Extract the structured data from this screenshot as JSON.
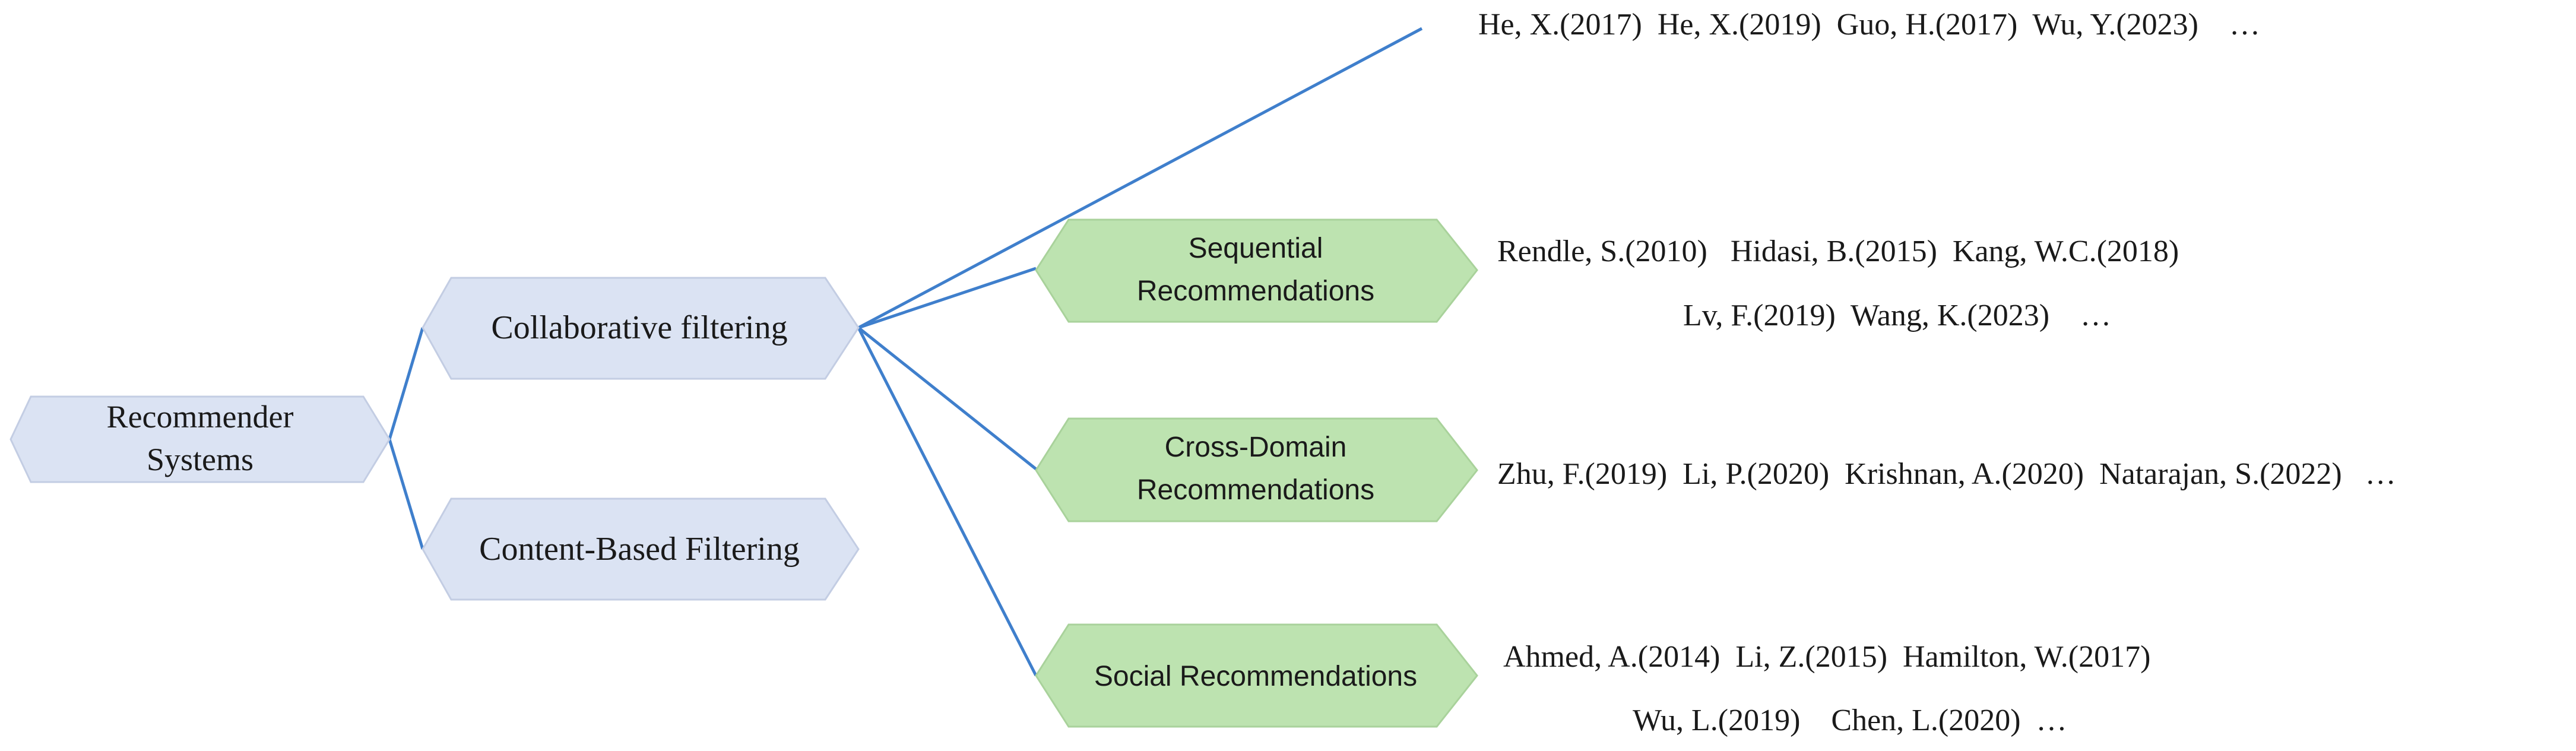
{
  "root": {
    "lines": [
      "Recommender",
      "Systems"
    ]
  },
  "level1": {
    "collaborative": "Collaborative filtering",
    "content_based": "Content-Based Filtering"
  },
  "level2": {
    "sequential": [
      "Sequential",
      "Recommendations"
    ],
    "cross_domain": [
      "Cross-Domain",
      "Recommendations"
    ],
    "social": "Social Recommendations"
  },
  "references": {
    "general": [
      "He, X.(2017)  He, X.(2019)  Guo, H.(2017)  Wu, Y.(2023)    …"
    ],
    "sequential": [
      "Rendle, S.(2010)   Hidasi, B.(2015)  Kang, W.C.(2018)",
      "Lv, F.(2019)  Wang, K.(2023)    …"
    ],
    "cross_domain": [
      "Zhu, F.(2019)  Li, P.(2020)  Krishnan, A.(2020)  Natarajan, S.(2022)   …"
    ],
    "social": [
      "Ahmed, A.(2014)  Li, Z.(2015)  Hamilton, W.(2017)",
      "Wu, L.(2019)    Chen, L.(2020)  …"
    ]
  },
  "colors": {
    "level0_1_fill": "#dbe3f3",
    "level2_fill": "#bde3b0",
    "connector": "#3f7fcc"
  }
}
